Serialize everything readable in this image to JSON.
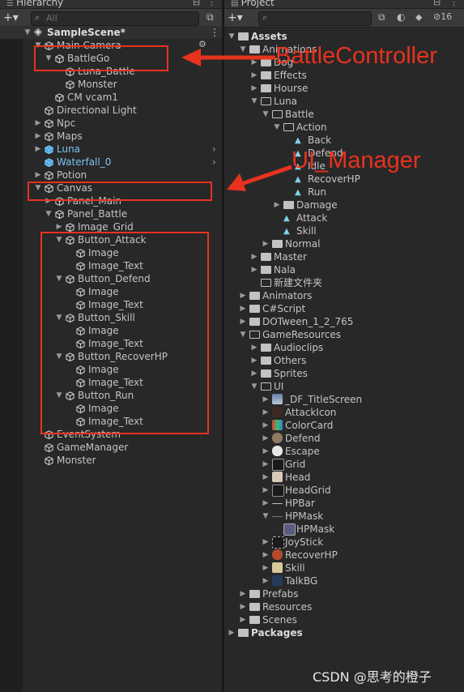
{
  "hierarchy": {
    "tab": "Hierarchy",
    "search_placeholder": "All",
    "add_label": "+▾",
    "scene": "SampleScene*",
    "items": [
      "Main Camera",
      "BattleGo",
      "Luna_Battle",
      "Monster",
      "CM vcam1",
      "Directional Light",
      "Npc",
      "Maps",
      "Luna",
      "Waterfall_0",
      "Potion",
      "Canvas",
      "Panel_Main",
      "Panel_Battle",
      "Image_Grid",
      "Button_Attack",
      "Image",
      "Image_Text",
      "Button_Defend",
      "Image",
      "Image_Text",
      "Button_Skill",
      "Image",
      "Image_Text",
      "Button_RecoverHP",
      "Image",
      "Image_Text",
      "Button_Run",
      "Image",
      "Image_Text",
      "EventSystem",
      "GameManager",
      "Monster"
    ]
  },
  "project": {
    "tab": "Project",
    "add_label": "+▾",
    "hidden_count": "16",
    "items": [
      "Assets",
      "Animations",
      "Dog",
      "Effects",
      "Hourse",
      "Luna",
      "Battle",
      "Action",
      "Back",
      "Defend",
      "Idle",
      "RecoverHP",
      "Run",
      "Damage",
      "Attack",
      "Skill",
      "Normal",
      "Master",
      "Nala",
      "新建文件夹",
      "Animators",
      "C#Script",
      "DOTween_1_2_765",
      "GameResources",
      "Audioclips",
      "Others",
      "Sprites",
      "UI",
      "_DF_TitleScreen",
      "AttackIcon",
      "ColorCard",
      "Defend",
      "Escape",
      "Grid",
      "Head",
      "HeadGrid",
      "HPBar",
      "HPMask",
      "HPMask",
      "JoyStick",
      "RecoverHP",
      "Skill",
      "TalkBG",
      "Prefabs",
      "Resources",
      "Scenes",
      "Packages"
    ]
  },
  "annotations": {
    "battle_controller": "BattleController",
    "ui_manager": "UI_Manager"
  },
  "watermark": "CSDN @思考的橙子",
  "colors": {
    "annotation_red": "#e8321e",
    "prefab_blue": "#7cc4f4",
    "background": "#282828"
  }
}
